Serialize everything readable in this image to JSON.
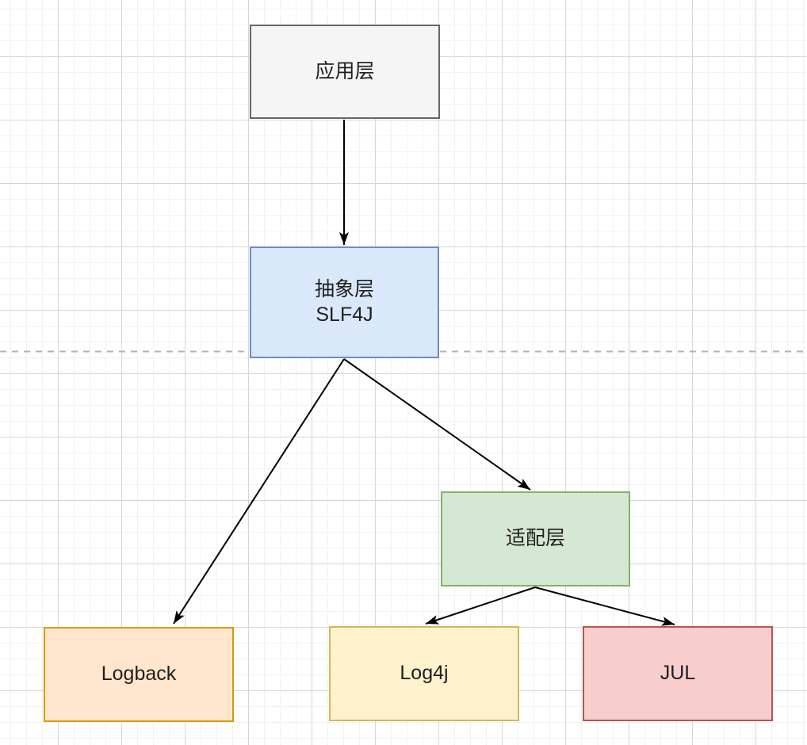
{
  "diagram": {
    "nodes": {
      "app": {
        "label": "应用层",
        "fill": "#f5f5f5",
        "stroke": "#666666"
      },
      "slf4j": {
        "label": "抽象层\nSLF4J",
        "fill": "#dae8fc",
        "stroke": "#6c8ebf"
      },
      "adapter": {
        "label": "适配层",
        "fill": "#d5e8d4",
        "stroke": "#82b366"
      },
      "logback": {
        "label": "Logback",
        "fill": "#ffe6cc",
        "stroke": "#d79b00"
      },
      "log4j": {
        "label": "Log4j",
        "fill": "#fff2cc",
        "stroke": "#d6b656"
      },
      "jul": {
        "label": "JUL",
        "fill": "#f8cecc",
        "stroke": "#b85450"
      }
    },
    "edges": [
      {
        "from": "app",
        "to": "slf4j"
      },
      {
        "from": "slf4j",
        "to": "logback"
      },
      {
        "from": "slf4j",
        "to": "adapter"
      },
      {
        "from": "adapter",
        "to": "log4j"
      },
      {
        "from": "adapter",
        "to": "jul"
      }
    ],
    "edge_color": "#000000",
    "divider": {
      "style": "dashed",
      "color": "#b3b3b3"
    },
    "grid": {
      "minor_size": 20,
      "major_size": 80,
      "minor_color": "#f2f2f2",
      "major_color": "#d7d7d7"
    }
  }
}
